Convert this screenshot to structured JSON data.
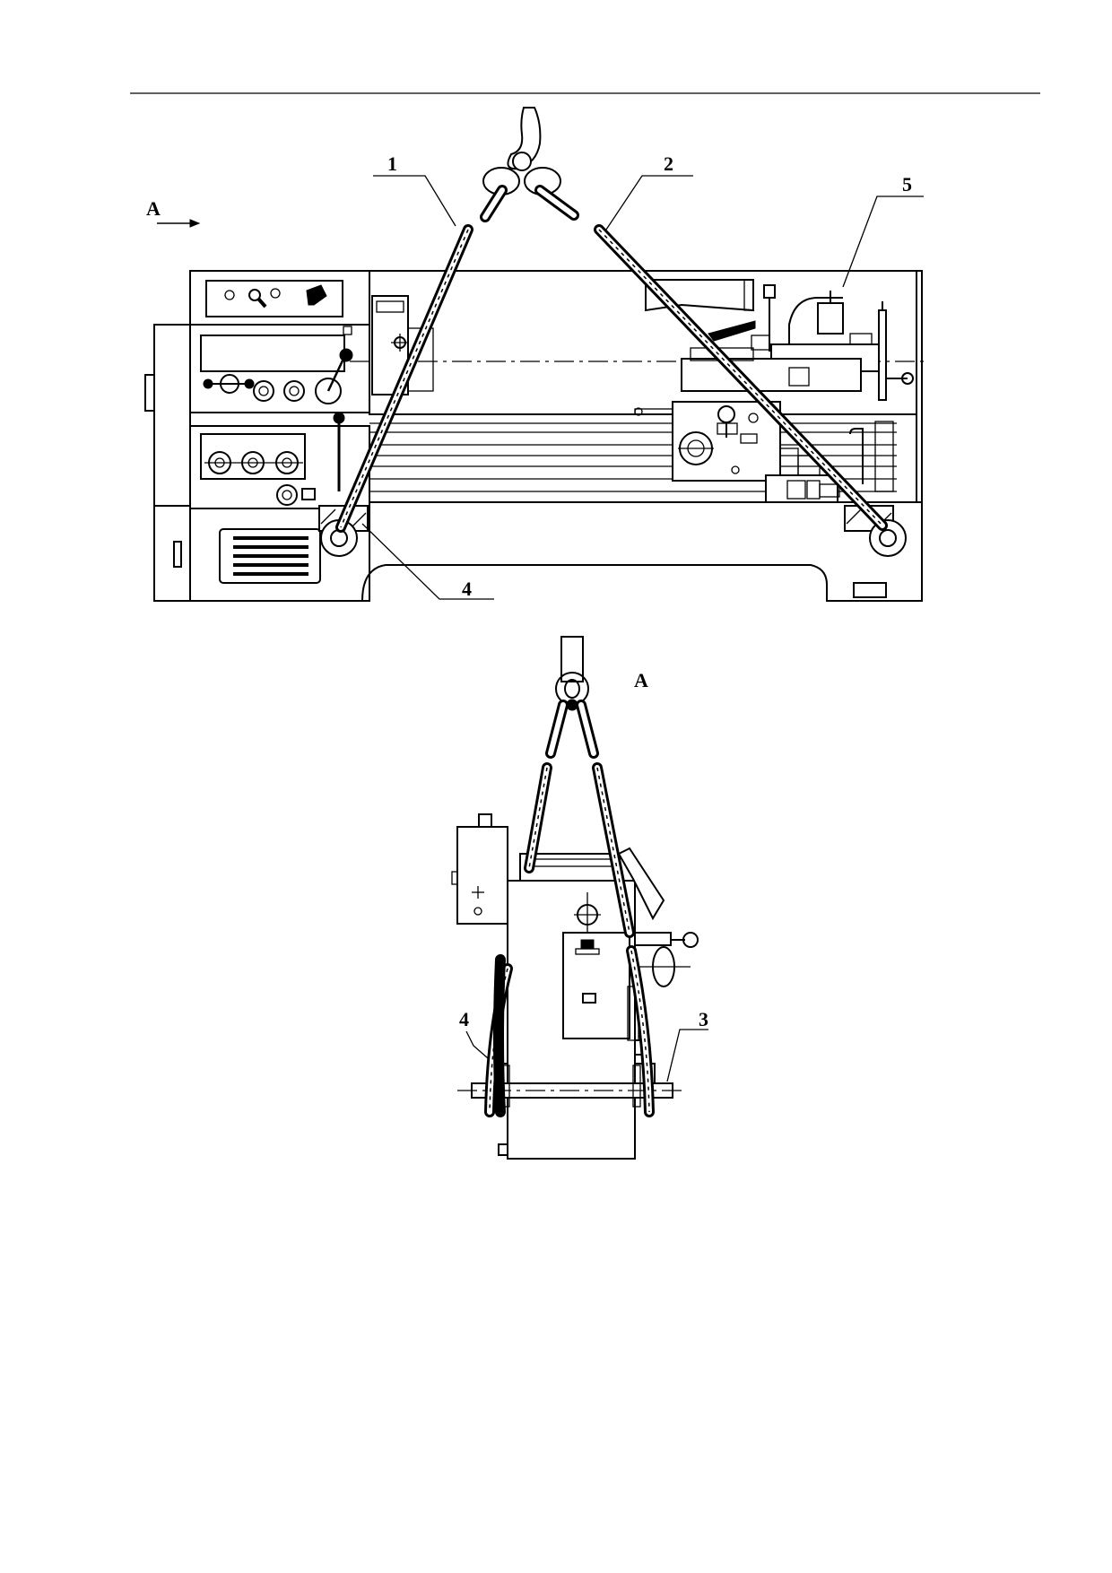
{
  "labels": {
    "view_arrow": "A",
    "view_title": "A",
    "callout_1": "1",
    "callout_2": "2",
    "callout_3": "3",
    "callout_4_top": "4",
    "callout_4_bottom": "4",
    "callout_5": "5"
  },
  "colors": {
    "ink": "#000000",
    "paper": "#ffffff"
  }
}
